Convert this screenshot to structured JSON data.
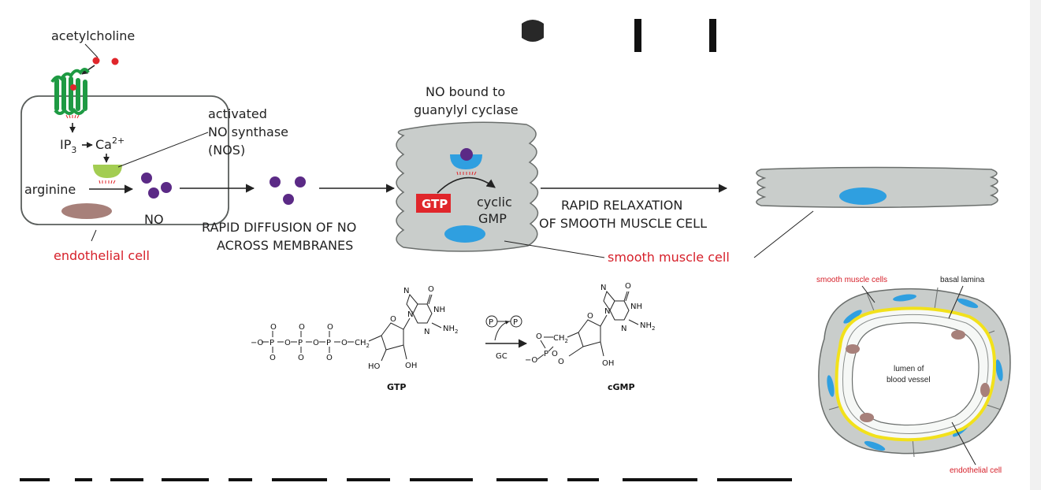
{
  "labels": {
    "acetylcholine": "acetylcholine",
    "ip3": "IP",
    "ip3_sub": "3",
    "ca": "Ca",
    "ca_sup": "2+",
    "arginine": "arginine",
    "no_in_cell": "NO",
    "endothelial_cell": "endothelial cell",
    "activated_line1": "activated",
    "activated_line2": "NO synthase",
    "activated_line3": "(NOS)",
    "diffusion_line1": "RAPID DIFFUSION OF NO",
    "diffusion_line2": "ACROSS MEMBRANES",
    "no_bound_line1": "NO bound to",
    "no_bound_line2": "guanylyl cyclase",
    "gtp_box": "GTP",
    "cyclic": "cyclic",
    "gmp": "GMP",
    "relax_line1": "RAPID RELAXATION",
    "relax_line2": "OF SMOOTH MUSCLE CELL",
    "smooth_muscle_cell": "smooth muscle cell"
  },
  "chem": {
    "gtp_name": "GTP",
    "cgmp_name": "cGMP",
    "gc": "GC",
    "p_left": "P",
    "p_right": "P",
    "nh": "NH",
    "nh2": "NH",
    "nh2_sub": "2",
    "n": "N",
    "o": "O",
    "oh": "OH",
    "ho": "HO",
    "ch2": "CH",
    "ch2_sub": "2",
    "phosphate_p": "P",
    "o_minus": "O",
    "minus": "−"
  },
  "vessel": {
    "smooth_muscle_cells": "smooth muscle cells",
    "basal_lamina": "basal lamina",
    "lumen_line1": "lumen of",
    "lumen_line2": "blood vessel",
    "endothelial_cell": "endothelial cell"
  },
  "colors": {
    "red_label": "#d6202a",
    "receptor_green": "#1e9a43",
    "nos_green": "#a3cd52",
    "no_purple": "#5b2a86",
    "cell_gray": "#c9cdcb",
    "nucleus_blue": "#2f9fe0",
    "nucleus_brown": "#a7807a",
    "gtp_red": "#e0262b",
    "lamina_yellow": "#f2e11b"
  }
}
